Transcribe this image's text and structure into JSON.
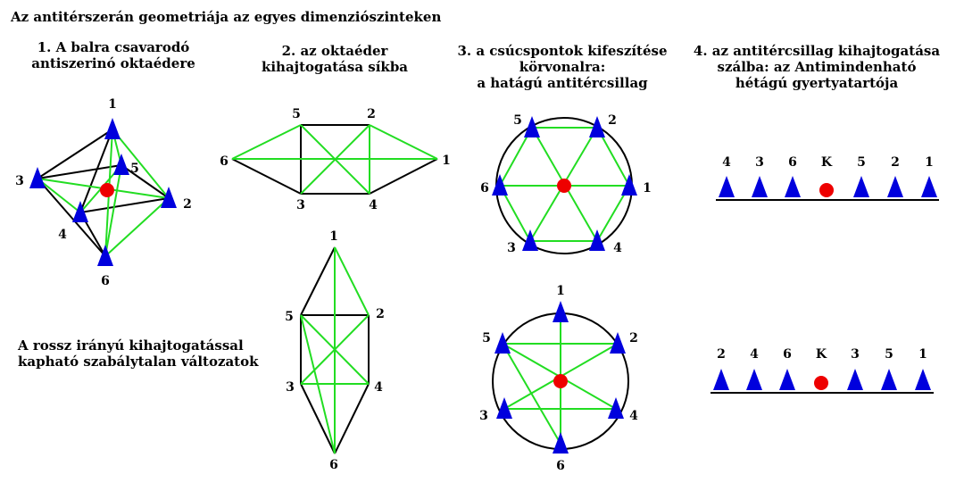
{
  "title": "Az antitérszerán geometriája az egyes dimenziószinteken",
  "sections": [
    {
      "heading_lines": [
        "1. A balra csavarodó",
        "antiszerinó oktaédere"
      ]
    },
    {
      "heading_lines": [
        "2. az oktaéder",
        "kihajtogatása síkba"
      ]
    },
    {
      "heading_lines": [
        "3. a csúcspontok kifeszítése",
        "körvonalra:",
        "a hatágú antitércsillag"
      ]
    },
    {
      "heading_lines": [
        "4. az antitércsillag kihajtogatása",
        "szálba: az Antimindenható",
        "hétágú gyertyatartója"
      ]
    }
  ],
  "note_lines": [
    "A rossz irányú kihajtogatással",
    "kapható szabálytalan változatok"
  ],
  "line_center_label": "K",
  "colors": {
    "vertex": "#0000dd",
    "center": "#ee0000",
    "green_edge": "#22dd22",
    "black_edge": "#000000"
  },
  "octahedron": {
    "vertex_labels": [
      "1",
      "2",
      "3",
      "4",
      "5",
      "6"
    ]
  },
  "net_horizontal": {
    "vertex_labels": [
      "1",
      "2",
      "3",
      "4",
      "5",
      "6"
    ]
  },
  "net_vertical": {
    "vertex_labels": [
      "1",
      "2",
      "3",
      "4",
      "5",
      "6"
    ]
  },
  "star_top": {
    "vertex_labels": [
      "1",
      "2",
      "3",
      "4",
      "5",
      "6"
    ]
  },
  "star_bottom": {
    "vertex_labels": [
      "1",
      "2",
      "3",
      "4",
      "5",
      "6"
    ]
  },
  "line_top": {
    "labels": [
      "4",
      "3",
      "6",
      "K",
      "5",
      "2",
      "1"
    ]
  },
  "line_bottom": {
    "labels": [
      "2",
      "4",
      "6",
      "K",
      "3",
      "5",
      "1"
    ]
  }
}
